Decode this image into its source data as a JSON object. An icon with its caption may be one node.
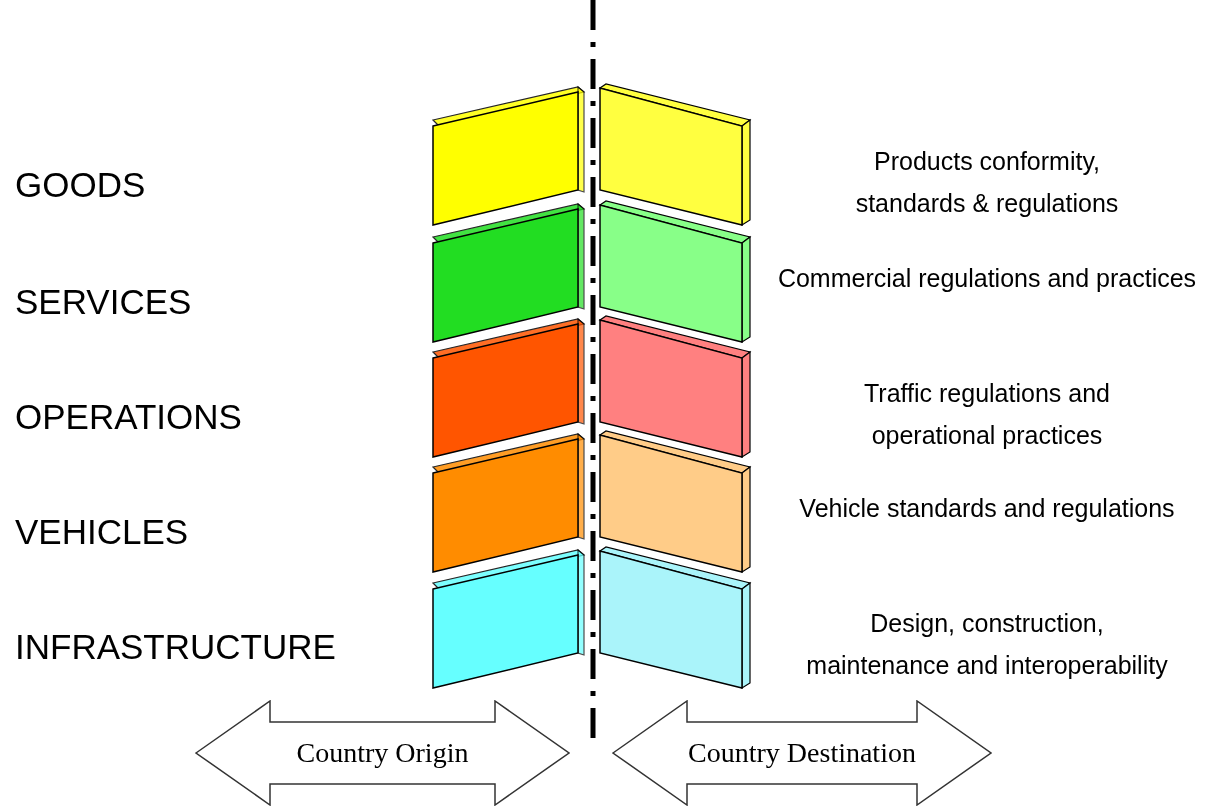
{
  "diagram": {
    "nodes": [
      {
        "text": [
          "Country Origin"
        ]
      },
      {
        "text": [
          "Country Destination"
        ]
      }
    ],
    "edges": [],
    "labels": [
      "GOODS",
      "Products conformity, standards & regulations",
      "SERVICES",
      "Commercial regulations and practices",
      "OPERATIONS",
      "Traffic regulations and operational practices",
      "VEHICLES",
      "Vehicle standards and regulations",
      "INFRASTRUCTURE",
      "Design, construction, maintenance and interoperability"
    ]
  }
}
